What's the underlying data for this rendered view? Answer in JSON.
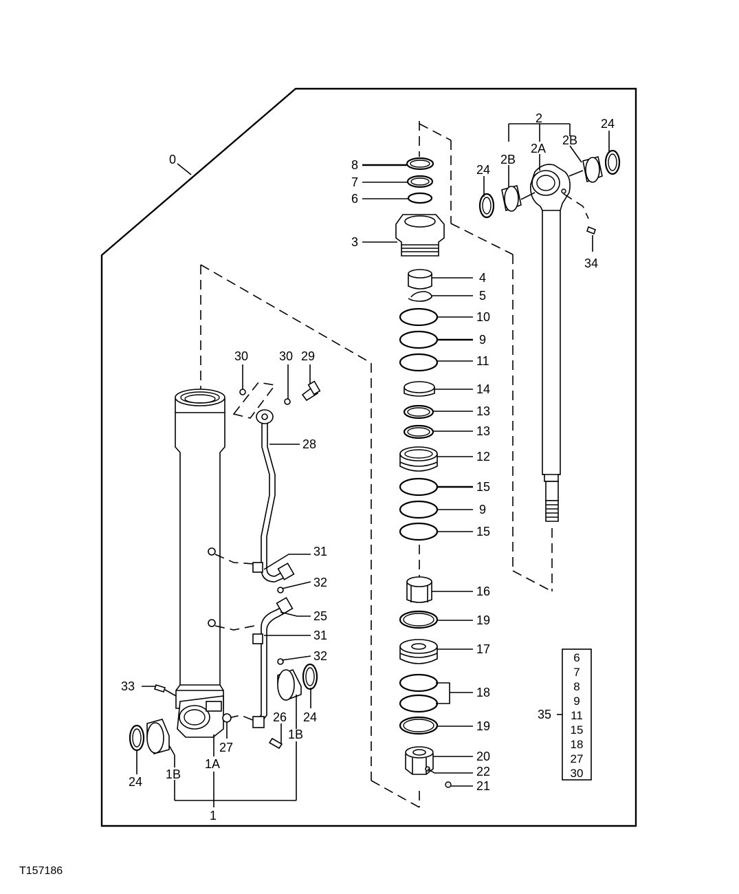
{
  "figure_id": "T157186",
  "assembly_label": "0",
  "kit": {
    "label": "35",
    "items": [
      "6",
      "7",
      "8",
      "9",
      "11",
      "15",
      "18",
      "27",
      "30"
    ]
  },
  "labels": {
    "l1": "1",
    "l1a": "1A",
    "l1b_left": "1B",
    "l1b_right": "1B",
    "l2": "2",
    "l2a": "2A",
    "l2b_left": "2B",
    "l2b_right": "2B",
    "l3": "3",
    "l4": "4",
    "l5": "5",
    "l6": "6",
    "l7": "7",
    "l8": "8",
    "l9_upper": "9",
    "l9_lower": "9",
    "l10": "10",
    "l11": "11",
    "l12": "12",
    "l13_upper": "13",
    "l13_lower": "13",
    "l14": "14",
    "l15_upper": "15",
    "l15_lower": "15",
    "l16": "16",
    "l17": "17",
    "l18": "18",
    "l19_upper": "19",
    "l19_lower": "19",
    "l20": "20",
    "l21": "21",
    "l22": "22",
    "l24_rod_left": "24",
    "l24_rod_right": "24",
    "l24_barrel_left": "24",
    "l24_barrel_right": "24",
    "l25": "25",
    "l26": "26",
    "l27": "27",
    "l28": "28",
    "l29": "29",
    "l30_left": "30",
    "l30_right": "30",
    "l31_upper": "31",
    "l31_lower": "31",
    "l32_upper": "32",
    "l32_lower": "32",
    "l33": "33",
    "l34": "34"
  }
}
